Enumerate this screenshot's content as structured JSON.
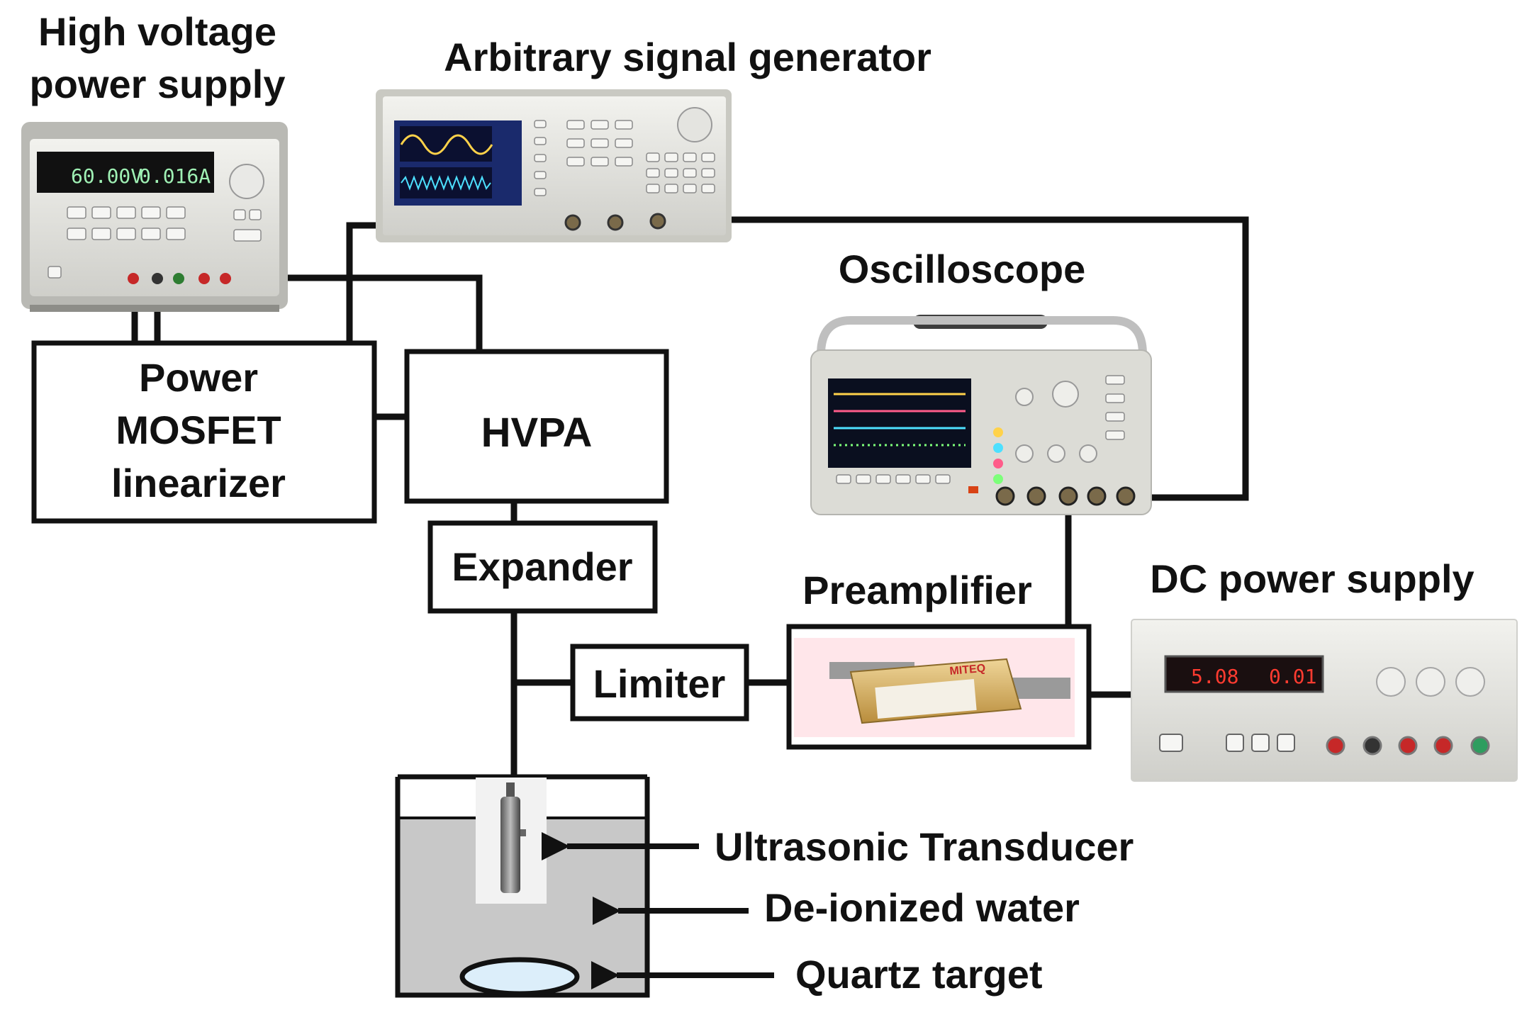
{
  "labels": {
    "hv_supply_line1": "High voltage",
    "hv_supply_line2": "power supply",
    "signal_gen": "Arbitrary signal generator",
    "oscilloscope": "Oscilloscope",
    "dc_supply": "DC power supply",
    "preamplifier": "Preamplifier",
    "transducer": "Ultrasonic Transducer",
    "water": "De-ionized water",
    "quartz": "Quartz target"
  },
  "blocks": {
    "mosfet_line1": "Power",
    "mosfet_line2": "MOSFET",
    "mosfet_line3": "linearizer",
    "hvpa": "HVPA",
    "expander": "Expander",
    "limiter": "Limiter"
  },
  "device_text": {
    "hv_voltage": "60.00V",
    "hv_current": "0.016A",
    "dc_voltage": "5.08",
    "dc_current": "0.01",
    "preamp_brand": "MITEQ"
  },
  "colors": {
    "line": "#111111",
    "water": "#c8c8c8",
    "quartz_fill": "#dceefa",
    "device_body": "#e6e6e1",
    "lcd_bg": "#111111",
    "lcd_green": "#9ff0b4",
    "led_red": "#ff3b30",
    "preamp_gold": "#d8b46a"
  }
}
